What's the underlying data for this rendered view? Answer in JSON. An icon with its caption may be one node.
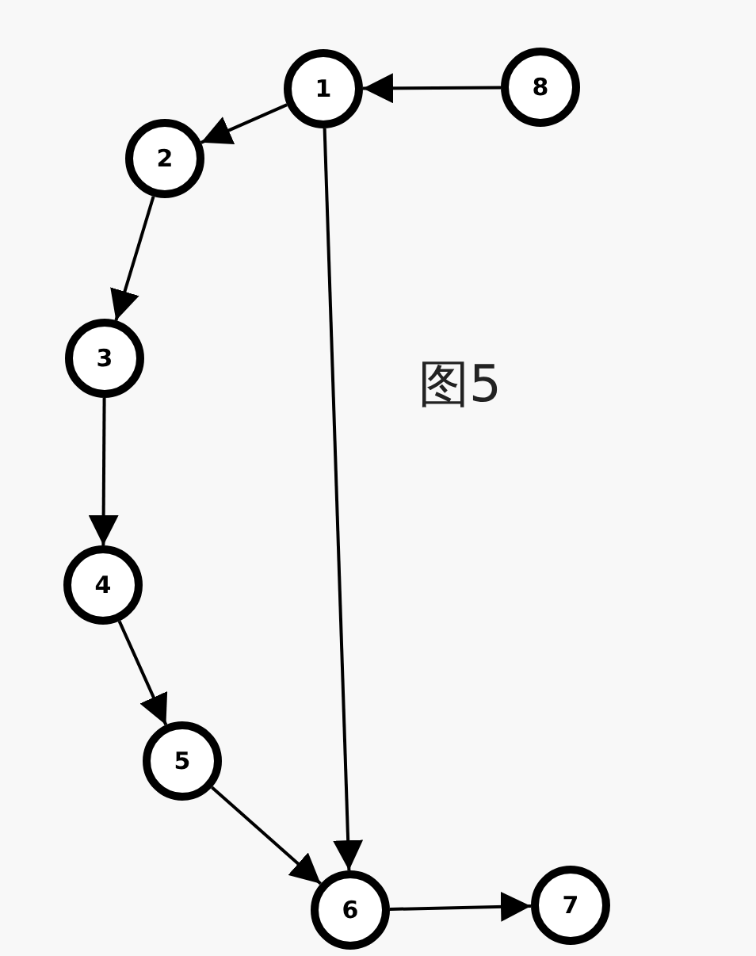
{
  "diagram": {
    "nodes": [
      {
        "text": [
          "1"
        ]
      },
      {
        "text": [
          "2"
        ]
      },
      {
        "text": [
          "3"
        ]
      },
      {
        "text": [
          "4"
        ]
      },
      {
        "text": [
          "5"
        ]
      },
      {
        "text": [
          "6"
        ]
      },
      {
        "text": [
          "7"
        ]
      },
      {
        "text": [
          "8"
        ]
      }
    ],
    "edges": [
      {
        "from": 7,
        "to": 0,
        "arrow": "to"
      },
      {
        "from": 0,
        "to": 1,
        "arrow": "to"
      },
      {
        "from": 1,
        "to": 2,
        "arrow": "to"
      },
      {
        "from": 2,
        "to": 3,
        "arrow": "to"
      },
      {
        "from": 3,
        "to": 4,
        "arrow": "to"
      },
      {
        "from": 4,
        "to": 5,
        "arrow": "to"
      },
      {
        "from": 0,
        "to": 5,
        "arrow": "to"
      },
      {
        "from": 5,
        "to": 6,
        "arrow": "to"
      }
    ],
    "labels": [
      "图5"
    ]
  }
}
